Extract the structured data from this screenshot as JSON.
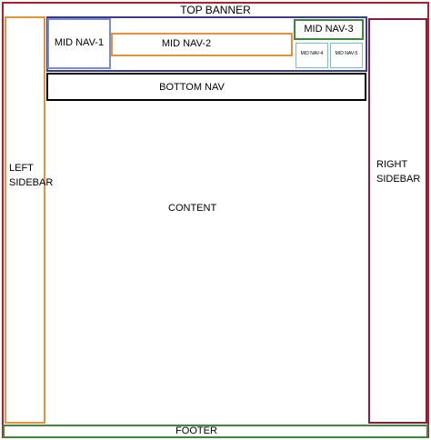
{
  "top_banner": {
    "label": "TOP BANNER",
    "color": "#b01e2e"
  },
  "left_sidebar": {
    "label": "LEFT\nSIDEBAR",
    "color": "#e8913a"
  },
  "right_sidebar": {
    "label": "RIGHT\nSIDEBAR",
    "color": "#8e1b3e"
  },
  "mid_nav_container": {
    "color": "#3b3a8c"
  },
  "mid_nav": [
    {
      "label": "MID NAV-1",
      "color": "#7a8fc9"
    },
    {
      "label": "MID NAV-2",
      "color": "#e8913a"
    },
    {
      "label": "MID NAV-3",
      "color": "#3a8a3a"
    },
    {
      "label": "MID NAV-4",
      "color": "#6ec5c8"
    },
    {
      "label": "MID NAV-5",
      "color": "#6ec5c8"
    }
  ],
  "bottom_nav": {
    "label": "BOTTOM NAV",
    "color": "#000000"
  },
  "content": {
    "label": "CONTENT"
  },
  "footer": {
    "label": "FOOTER",
    "color": "#3a8a3a"
  }
}
